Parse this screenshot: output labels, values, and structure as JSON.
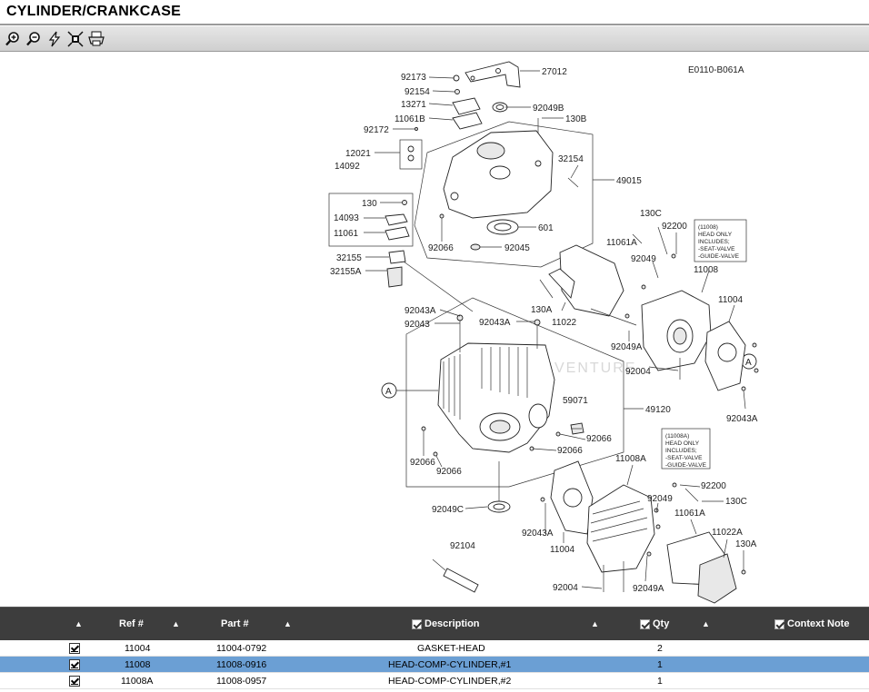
{
  "window": {
    "title": "CYLINDER/CRANKCASE"
  },
  "toolbar": {
    "icons": [
      "zoom-in-icon",
      "zoom-out-icon",
      "lightning-icon",
      "fit-icon",
      "print-icon"
    ]
  },
  "diagram": {
    "code": "E0110-B061A",
    "callout_a": "A",
    "watermark": "VENTURE",
    "labels": {
      "p92173": "92173",
      "p27012": "27012",
      "p92154": "92154",
      "p13271": "13271",
      "p92049B": "92049B",
      "p11061B": "11061B",
      "p130B": "130B",
      "p92172": "92172",
      "p12021": "12021",
      "p14092": "14092",
      "p32154": "32154",
      "p49015": "49015",
      "p130a": "130",
      "p14093": "14093",
      "p11061": "11061",
      "p601": "601",
      "p92066a": "92066",
      "p92045": "92045",
      "p32155": "32155",
      "p32155A": "32155A",
      "p130C": "130C",
      "p92200": "92200",
      "p11061A": "11061A",
      "p92049": "92049",
      "p11008": "11008",
      "p130A": "130A",
      "p11022": "11022",
      "p11004": "11004",
      "p92043Aa": "92043A",
      "p92043": "92043",
      "p92043Ab": "92043A",
      "p92049A": "92049A",
      "p92004": "92004",
      "p92043Ac": "92043A",
      "p49120": "49120",
      "p59071": "59071",
      "p92066b": "92066",
      "p92066c": "92066",
      "p92066d": "92066",
      "p92066e": "92066",
      "p11008A": "11008A",
      "p92200b": "92200",
      "p130Cb": "130C",
      "p92049b": "92049",
      "p11061Ab": "11061A",
      "p92049C": "92049C",
      "p92043Ad": "92043A",
      "p11004b": "11004",
      "p11022A": "11022A",
      "p130Ab": "130A",
      "p92104": "92104",
      "p92004b": "92004",
      "p92049Ab": "92049A"
    },
    "note1": [
      "(11008)",
      "HEAD ONLY",
      "INCLUDES;",
      "-SEAT-VALVE",
      "-GUIDE-VALVE"
    ],
    "note2": [
      "(11008A)",
      "HEAD ONLY",
      "INCLUDES;",
      "-SEAT-VALVE",
      "-GUIDE-VALVE"
    ]
  },
  "table": {
    "headers": {
      "ref": "Ref #",
      "part": "Part #",
      "desc": "Description",
      "qty": "Qty",
      "note": "Context Note"
    },
    "rows": [
      {
        "ref": "11004",
        "part": "11004-0792",
        "desc": "GASKET-HEAD",
        "qty": "2",
        "selected": false
      },
      {
        "ref": "11008",
        "part": "11008-0916",
        "desc": "HEAD-COMP-CYLINDER,#1",
        "qty": "1",
        "selected": true
      },
      {
        "ref": "11008A",
        "part": "11008-0957",
        "desc": "HEAD-COMP-CYLINDER,#2",
        "qty": "1",
        "selected": false
      }
    ]
  },
  "colors": {
    "header_bg": "#3d3d3d",
    "selected_row": "#6b9fd4",
    "toolbar_bg": "#d9d9d9"
  }
}
